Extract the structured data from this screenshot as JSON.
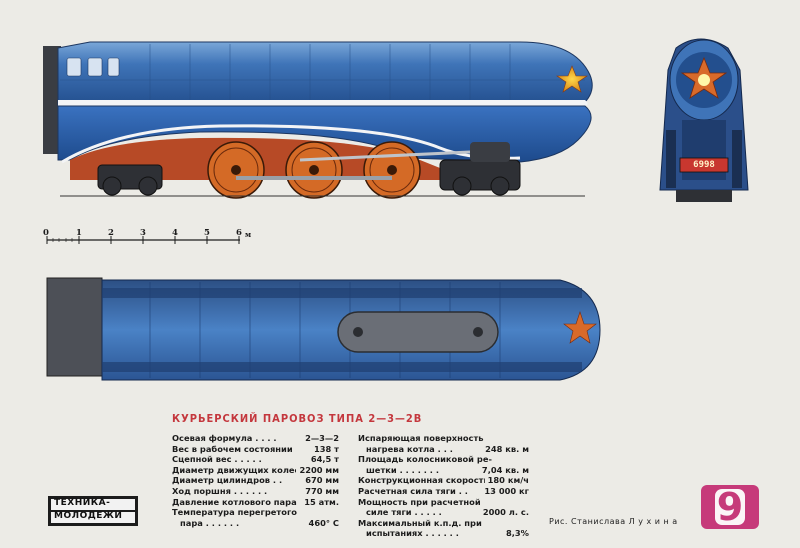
{
  "header": {
    "title": "КУРЬЕРСКИЙ   ПАРОВОЗ  ТИПА   2—3—2В"
  },
  "scale": {
    "ticks": [
      "0",
      "1",
      "2",
      "3",
      "4",
      "5",
      "6"
    ],
    "unit": "м"
  },
  "front_view": {
    "number_plate": "6998"
  },
  "specs_left": [
    {
      "label": "Осевая формула  . . . .",
      "value": "2—3—2"
    },
    {
      "label": "Вес в рабочем состоянии",
      "value": "138 т"
    },
    {
      "label": "Сцепной вес  . . . . .",
      "value": "64,5 т"
    },
    {
      "label": "Диаметр движущих колес",
      "value": "2200 мм"
    },
    {
      "label": "Диаметр цилиндров  . .",
      "value": "670 мм"
    },
    {
      "label": "Ход поршня  . . . . . .",
      "value": "770 мм"
    },
    {
      "label": "Давление котлового пара",
      "value": "15 атм."
    },
    {
      "label": "Температура    перегретого",
      "value": ""
    },
    {
      "label": "пара  . . . . . .",
      "value": "460° С"
    }
  ],
  "specs_right": [
    {
      "label": "Испаряющая        поверхность",
      "value": ""
    },
    {
      "label": "нагрева котла . . .",
      "value": "248 кв. м"
    },
    {
      "label": "Площадь колосниковой ре-",
      "value": ""
    },
    {
      "label": "шетки  . . . . . . .",
      "value": "7,04 кв. м"
    },
    {
      "label": "Конструкционная скорость",
      "value": "180 км/ч"
    },
    {
      "label": "Расчетная сила тяги . .",
      "value": "13 000 кг"
    },
    {
      "label": "Мощность    при    расчетной",
      "value": ""
    },
    {
      "label": "силе тяги  . . . . .",
      "value": "2000 л. с."
    },
    {
      "label": "Максимальный   к.п.д.   при",
      "value": ""
    },
    {
      "label": "испытаниях  . . . . . .",
      "value": "8,3%"
    }
  ],
  "credit": "Рис.  Станислава  Л у х и н а",
  "logo": {
    "line1": "ТЕХНИКА-",
    "line2": "МОЛОДЕЖИ"
  },
  "page_number": "9",
  "colors": {
    "locomotive_blue": "#2f62a8",
    "accent_red": "#c4373d",
    "wheel_orange": "#c45a1f",
    "page_magenta": "#c63a7a"
  }
}
